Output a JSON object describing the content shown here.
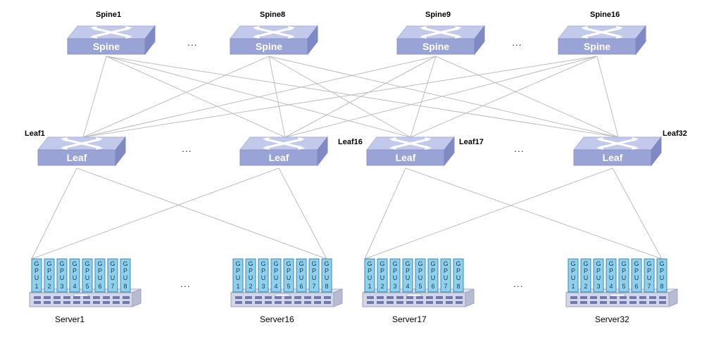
{
  "spines": [
    {
      "name": "Spine1",
      "label": "Spine"
    },
    {
      "name": "Spine8",
      "label": "Spine"
    },
    {
      "name": "Spine9",
      "label": "Spine"
    },
    {
      "name": "Spine16",
      "label": "Spine"
    }
  ],
  "leaves": [
    {
      "name": "Leaf1",
      "label": "Leaf"
    },
    {
      "name": "Leaf16",
      "label": "Leaf"
    },
    {
      "name": "Leaf17",
      "label": "Leaf"
    },
    {
      "name": "Leaf32",
      "label": "Leaf"
    }
  ],
  "servers": [
    {
      "name": "Server1"
    },
    {
      "name": "Server16"
    },
    {
      "name": "Server17"
    },
    {
      "name": "Server32"
    }
  ],
  "gpu_letters": [
    "G",
    "P",
    "U"
  ],
  "gpu_numbers": [
    "1",
    "2",
    "3",
    "4",
    "5",
    "6",
    "7",
    "8"
  ],
  "ellipsis": "...",
  "colors": {
    "switch_top": "#c3c9ea",
    "switch_front": "#9aa3d6",
    "switch_side": "#7f89c4",
    "switch_label": "#ffffff",
    "gpu_fill": "#8fd0ec",
    "gpu_edge": "#3a88b4",
    "server_body": "#d3d6e6",
    "link": "#bdbdbd"
  }
}
